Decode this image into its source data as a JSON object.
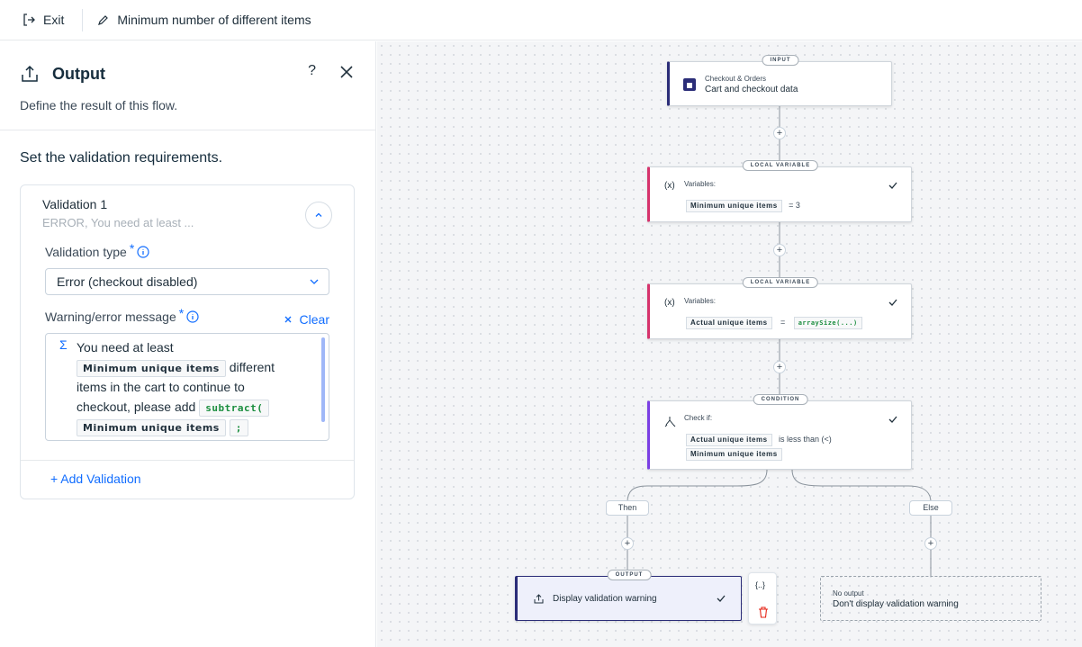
{
  "topbar": {
    "exit_label": "Exit",
    "flow_title": "Minimum number of different items"
  },
  "panel": {
    "title": "Output",
    "help_label": "?",
    "description": "Define the result of this flow.",
    "requirements_heading": "Set the validation requirements.",
    "validation": {
      "name": "Validation 1",
      "summary": "ERROR, You need at least ...",
      "type_label": "Validation type",
      "type_value": "Error (checkout disabled)",
      "message_label": "Warning/error message",
      "clear_label": "Clear",
      "message": {
        "text_1": "You need at least",
        "tag_min": "Minimum unique items",
        "text_2": "different items in the cart to continue to checkout, please add",
        "fn_subtract": "subtract(",
        "tag_min_2": "Minimum unique items",
        "fn_semicolon": ";"
      }
    },
    "add_validation_label": "+ Add Validation"
  },
  "canvas": {
    "input_node": {
      "badge": "INPUT",
      "category": "Checkout & Orders",
      "title": "Cart and checkout data"
    },
    "var_node_1": {
      "badge": "LOCAL VARIABLE",
      "label": "Variables:",
      "var_name": "Minimum unique items",
      "assign": "= 3"
    },
    "var_node_2": {
      "badge": "LOCAL VARIABLE",
      "label": "Variables:",
      "var_name": "Actual unique items",
      "assign": "=",
      "fn": "arraySize(...)"
    },
    "condition_node": {
      "badge": "CONDITION",
      "label": "Check if:",
      "left": "Actual unique items",
      "operator": "is less than (<)",
      "right": "Minimum unique items"
    },
    "then_label": "Then",
    "else_label": "Else",
    "output_node": {
      "badge": "OUTPUT",
      "title": "Display validation warning"
    },
    "no_output_node": {
      "label": "No output",
      "title": "Don't display validation warning"
    },
    "colors": {
      "input_accent": "#2b2d78",
      "variable_accent": "#d6336c",
      "condition_accent": "#7b3fe4",
      "output_accent": "#2b2d78",
      "delete_red": "#e62214",
      "link_blue": "#116dff"
    }
  }
}
